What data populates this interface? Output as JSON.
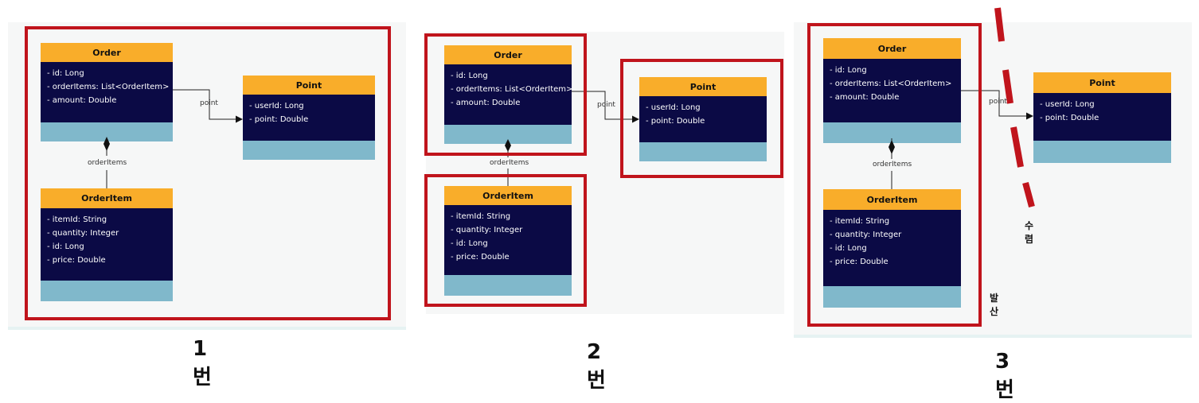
{
  "class_template": {
    "order": {
      "name": "Order",
      "fields": [
        "- id: Long",
        "- orderItems: List<OrderItem>",
        "- amount: Double"
      ]
    },
    "point": {
      "name": "Point",
      "fields": [
        "- userId: Long",
        "- point: Double"
      ]
    },
    "order_item": {
      "name": "OrderItem",
      "fields": [
        "- itemId: String",
        "- quantity: Integer",
        "- id: Long",
        "- price: Double"
      ]
    }
  },
  "relations": {
    "point_label": "point",
    "composition_label": "orderItems"
  },
  "panels": [
    {
      "caption": "1번"
    },
    {
      "caption": "2번"
    },
    {
      "caption": "3번",
      "converge_label": "수렴",
      "diverge_label": "발산"
    }
  ],
  "colors": {
    "class_header": "#f9ad2a",
    "class_body": "#0b0a45",
    "class_footer": "#80b8cb",
    "highlight_box": "#c0141c"
  }
}
